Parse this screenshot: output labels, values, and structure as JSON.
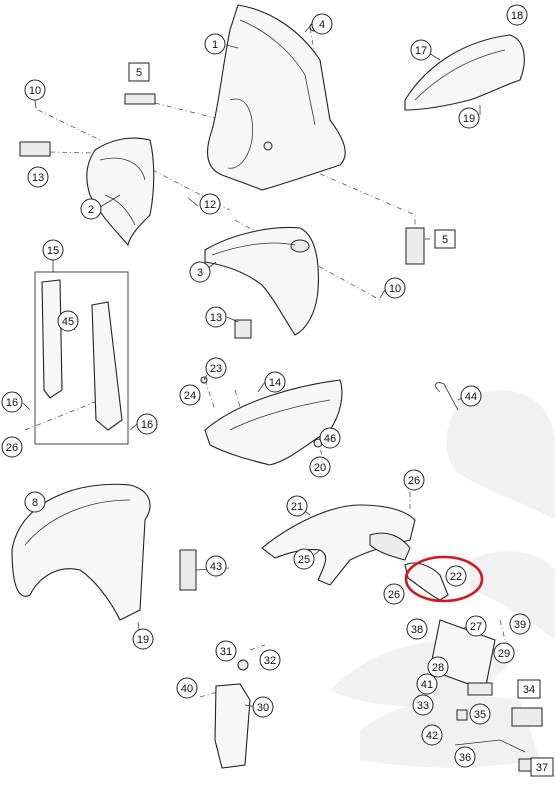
{
  "diagram": {
    "highlight_color": "#d4161e",
    "highlighted_callout": "22",
    "callouts": [
      {
        "id": "c1",
        "label": "1"
      },
      {
        "id": "c2",
        "label": "2"
      },
      {
        "id": "c3",
        "label": "3"
      },
      {
        "id": "c4",
        "label": "4"
      },
      {
        "id": "c5a",
        "label": "5"
      },
      {
        "id": "c5b",
        "label": "5"
      },
      {
        "id": "c8",
        "label": "8"
      },
      {
        "id": "c10a",
        "label": "10"
      },
      {
        "id": "c10b",
        "label": "10"
      },
      {
        "id": "c12",
        "label": "12"
      },
      {
        "id": "c13a",
        "label": "13"
      },
      {
        "id": "c13b",
        "label": "13"
      },
      {
        "id": "c14",
        "label": "14"
      },
      {
        "id": "c15",
        "label": "15"
      },
      {
        "id": "c16a",
        "label": "16"
      },
      {
        "id": "c16b",
        "label": "16"
      },
      {
        "id": "c17",
        "label": "17"
      },
      {
        "id": "c18",
        "label": "18"
      },
      {
        "id": "c19a",
        "label": "19"
      },
      {
        "id": "c19b",
        "label": "19"
      },
      {
        "id": "c20",
        "label": "20"
      },
      {
        "id": "c21",
        "label": "21"
      },
      {
        "id": "c22",
        "label": "22"
      },
      {
        "id": "c23",
        "label": "23"
      },
      {
        "id": "c24",
        "label": "24"
      },
      {
        "id": "c25",
        "label": "25"
      },
      {
        "id": "c26a",
        "label": "26"
      },
      {
        "id": "c26b",
        "label": "26"
      },
      {
        "id": "c26c",
        "label": "26"
      },
      {
        "id": "c27",
        "label": "27"
      },
      {
        "id": "c28",
        "label": "28"
      },
      {
        "id": "c29",
        "label": "29"
      },
      {
        "id": "c30",
        "label": "30"
      },
      {
        "id": "c31",
        "label": "31"
      },
      {
        "id": "c32",
        "label": "32"
      },
      {
        "id": "c33",
        "label": "33"
      },
      {
        "id": "c34",
        "label": "34"
      },
      {
        "id": "c35",
        "label": "35"
      },
      {
        "id": "c36",
        "label": "36"
      },
      {
        "id": "c37",
        "label": "37"
      },
      {
        "id": "c38",
        "label": "38"
      },
      {
        "id": "c39",
        "label": "39"
      },
      {
        "id": "c40",
        "label": "40"
      },
      {
        "id": "c41",
        "label": "41"
      },
      {
        "id": "c42",
        "label": "42"
      },
      {
        "id": "c43",
        "label": "43"
      },
      {
        "id": "c44",
        "label": "44"
      },
      {
        "id": "c45",
        "label": "45"
      },
      {
        "id": "c46",
        "label": "46"
      }
    ]
  }
}
